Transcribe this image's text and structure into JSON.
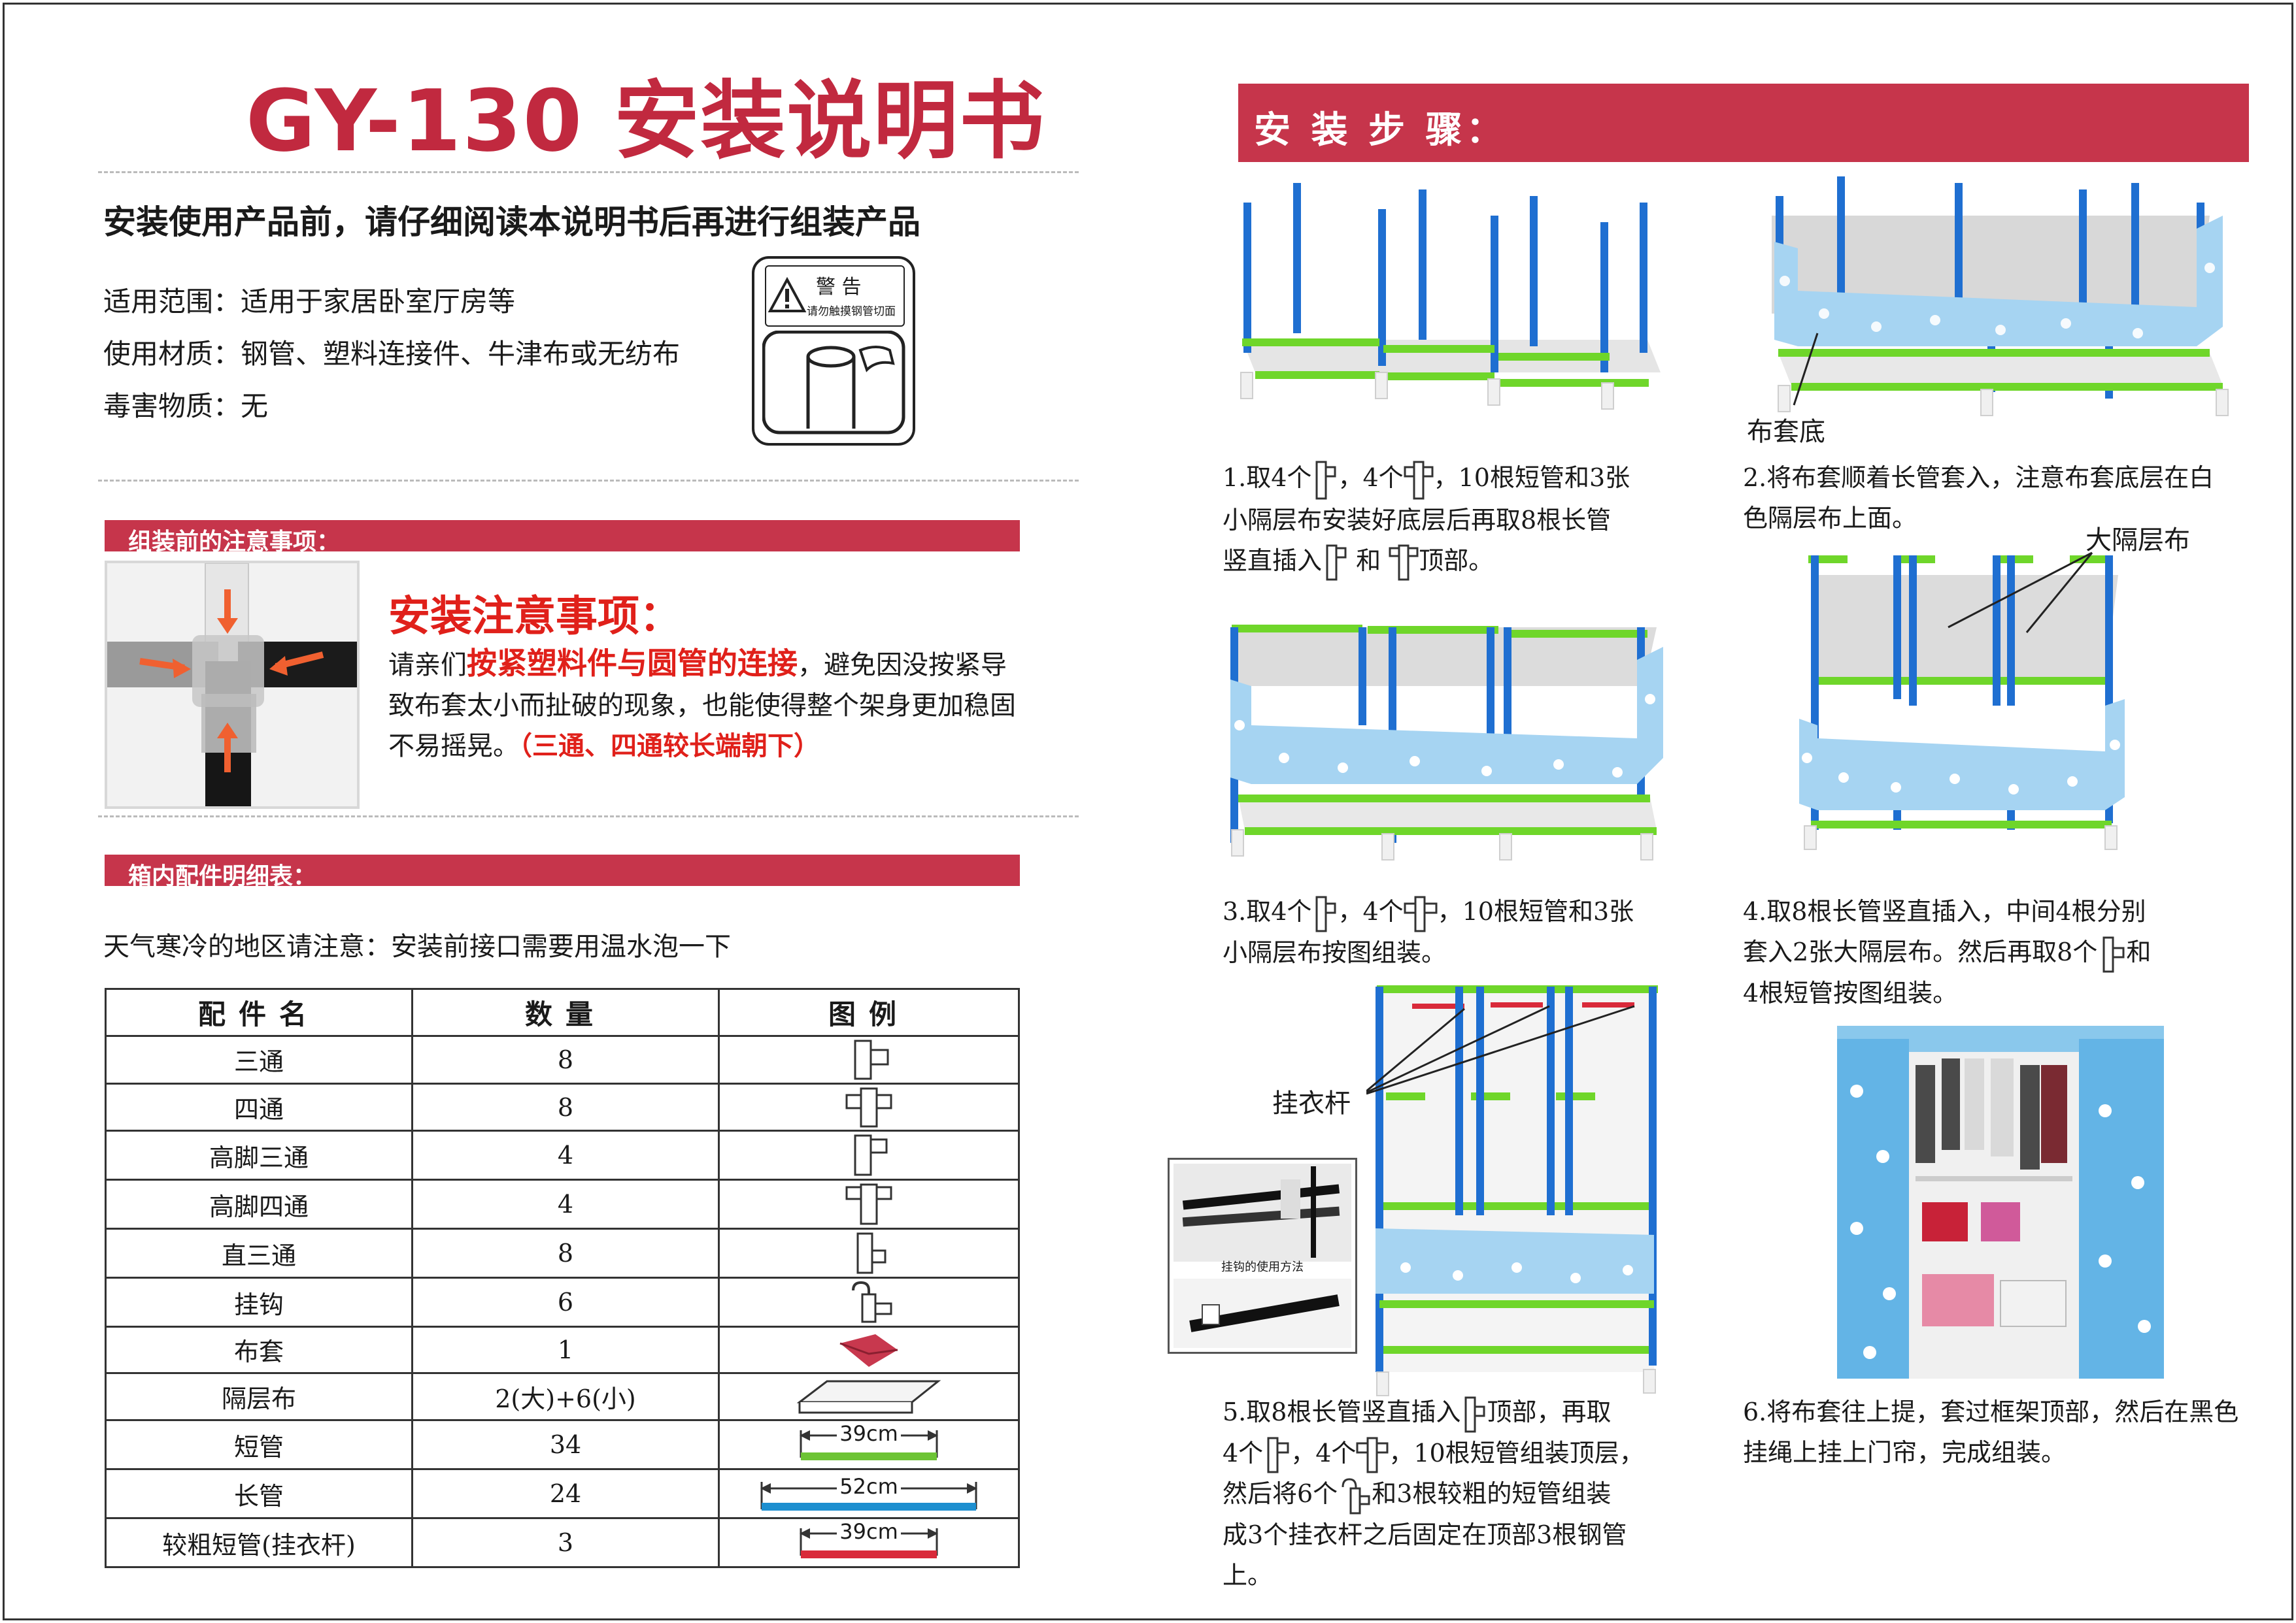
{
  "title": "GY-130 安装说明书",
  "lead": "安装使用产品前，请仔细阅读本说明书后再进行组装产品",
  "specs": [
    "适用范围：适用于家居卧室厅房等",
    "使用材质：钢管、塑料连接件、牛津布或无纺布",
    "毒害物质：无"
  ],
  "warning_label": {
    "title": "警 告",
    "text": "请勿触摸钢管切面"
  },
  "section_pre": "组装前的注意事项：",
  "notice": {
    "title": "安装注意事项：",
    "part1": "请亲们",
    "highlight": "按紧塑料件与圆管的连接",
    "part2": "，避免因没按紧导致布套太小而扯破的现象，也能使得整个架身更加稳固不易摇晃。",
    "paren": "（三通、四通较长端朝下）"
  },
  "section_parts": "箱内配件明细表：",
  "cold_note": "天气寒冷的地区请注意：安装前接口需要用温水泡一下",
  "table": {
    "headers": [
      "配件名",
      "数量",
      "图例"
    ],
    "rows": [
      {
        "name": "三通",
        "qty": "8"
      },
      {
        "name": "四通",
        "qty": "8"
      },
      {
        "name": "高脚三通",
        "qty": "4"
      },
      {
        "name": "高脚四通",
        "qty": "4"
      },
      {
        "name": "直三通",
        "qty": "8"
      },
      {
        "name": "挂钩",
        "qty": "6"
      },
      {
        "name": "布套",
        "qty": "1"
      },
      {
        "name": "隔层布",
        "qty": "2(大)+6(小)"
      },
      {
        "name": "短管",
        "qty": "34",
        "length": "39cm"
      },
      {
        "name": "长管",
        "qty": "24",
        "length": "52cm"
      },
      {
        "name": "较粗短管(挂衣杆)",
        "qty": "3",
        "length": "39cm"
      }
    ]
  },
  "steps_header": "安 装 步 骤：",
  "labels": {
    "bottom_cloth": "布套底",
    "big_shelf": "大隔层布",
    "hanger_rod": "挂衣杆",
    "hook_usage": "挂钩的使用方法"
  },
  "steps": [
    {
      "a": "1.取4个",
      "b": "，4个",
      "c": "，10根短管和3张",
      "d": "小隔层布安装好底层后再取8根长管",
      "e": "竖直插入",
      "f": "和",
      "g": "顶部。"
    },
    {
      "text": "2.将布套顺着长管套入，注意布套底层在白色隔层布上面。"
    },
    {
      "a": "3.取4个",
      "b": "，4个",
      "c": "，10根短管和3张",
      "d": "小隔层布按图组装。"
    },
    {
      "a": "4.取8根长管竖直插入，中间4根分别",
      "b": "套入2张大隔层布。然后再取8个",
      "c": "和",
      "d": "4根短管按图组装。"
    },
    {
      "a": "5.取8根长管竖直插入",
      "b": "顶部，再取",
      "c": "4个",
      "d": "，4个",
      "e": "，10根短管组装顶层，",
      "f": "然后将6个",
      "g": "和3根较粗的短管组装",
      "h": "成3个挂衣杆之后固定在顶部3根钢管",
      "i": "上。"
    },
    {
      "text": "6.将布套往上提，套过框架顶部，然后在黑色挂绳上挂上门帘，完成组装。"
    }
  ],
  "colors": {
    "accent": "#c6354b",
    "title": "#c1293f",
    "red_text": "#e0201a",
    "pipe_blue": "#1f6fd1",
    "pipe_green": "#6fd62a",
    "cloth": "#9cd0ee"
  }
}
